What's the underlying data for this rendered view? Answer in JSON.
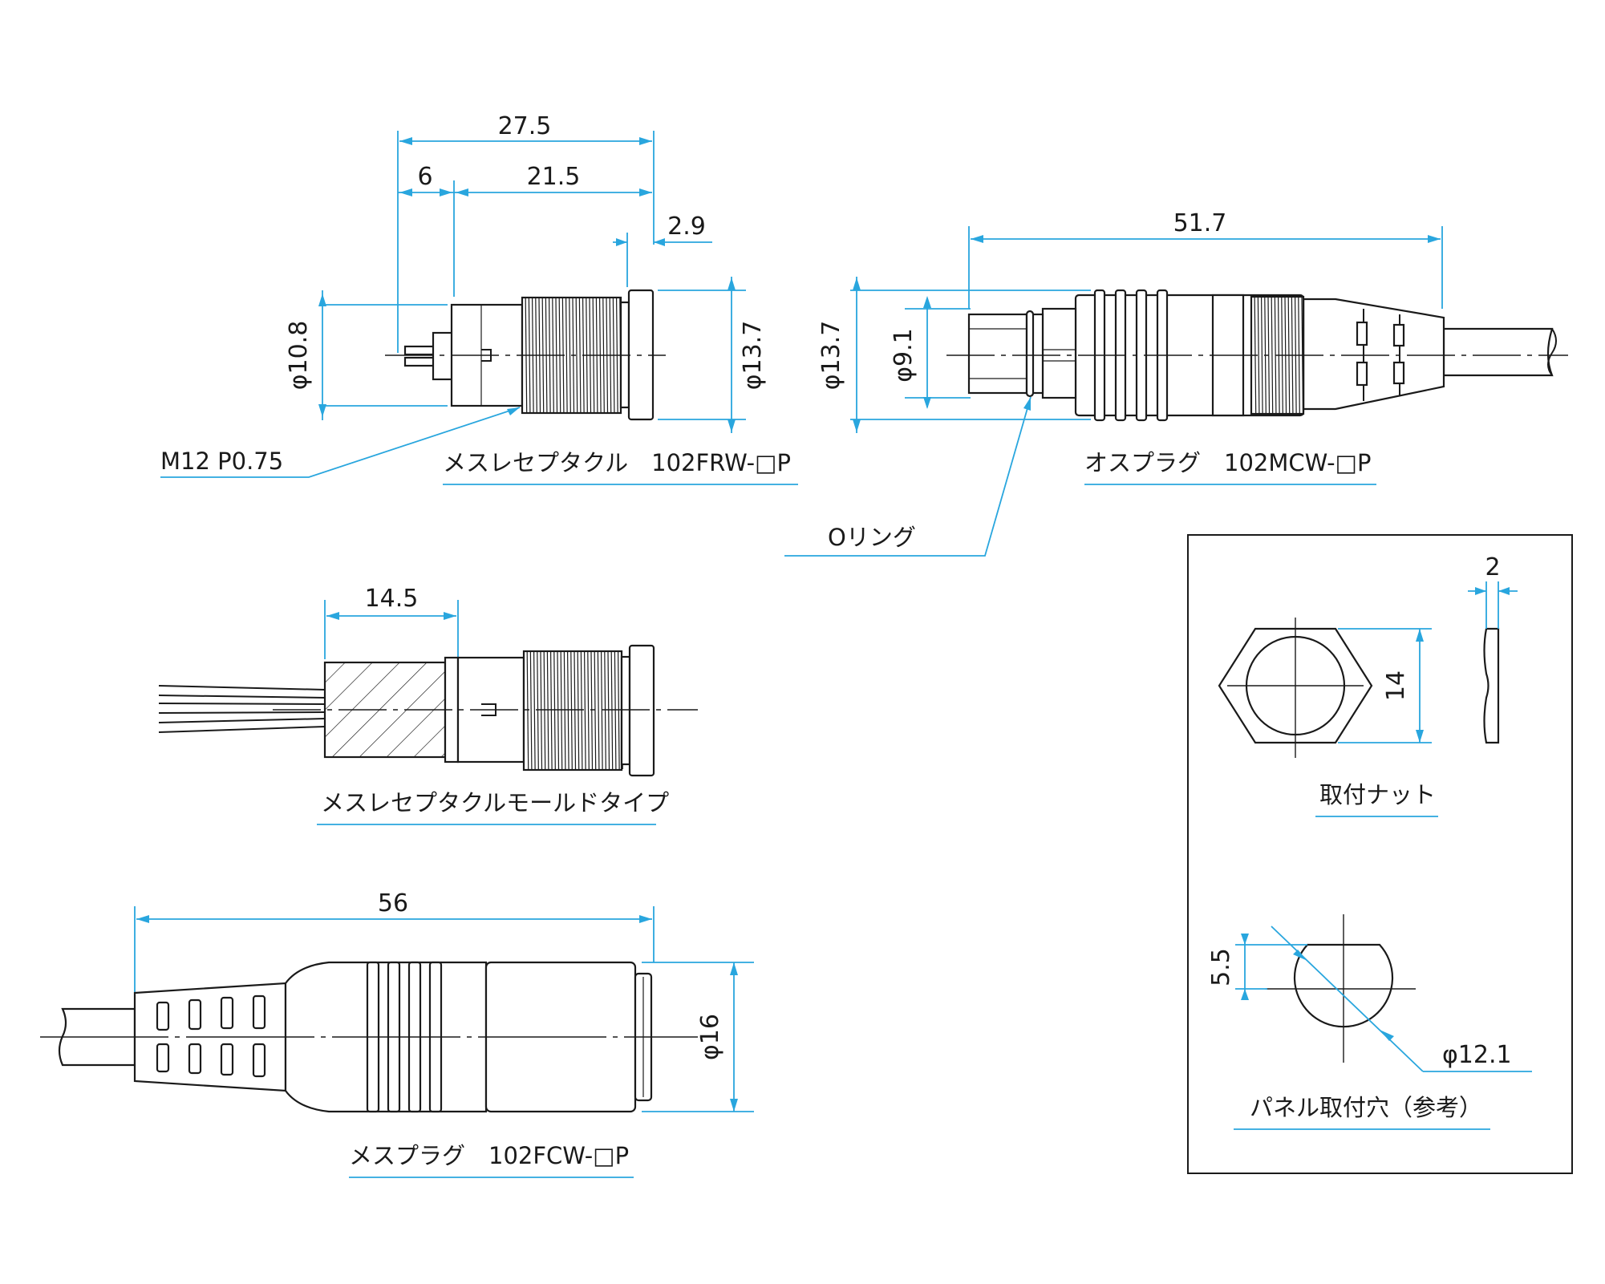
{
  "accent_color": "#29a6de",
  "line_color": "#1a1a1a",
  "receptacle": {
    "caption": "メスレセプタクル　102FRW-□P",
    "dim_total": "27.5",
    "dim_pin": "6",
    "dim_body": "21.5",
    "dim_flange": "2.9",
    "dia_body": "φ10.8",
    "dia_flange": "φ13.7",
    "thread_note": "M12 P0.75"
  },
  "male_plug": {
    "caption": "オスプラグ　102MCW-□P",
    "dim_length": "51.7",
    "dia_outer": "φ13.7",
    "dia_inner": "φ9.1",
    "oring_note": "Oリング"
  },
  "molded_receptacle": {
    "caption": "メスレセプタクルモールドタイプ",
    "dim_mold": "14.5"
  },
  "female_plug": {
    "caption": "メスプラグ　102FCW-□P",
    "dim_length": "56",
    "dia_outer": "φ16"
  },
  "mounting_nut": {
    "caption": "取付ナット",
    "dim_thickness": "2",
    "dim_across_flats": "14"
  },
  "panel_cutout": {
    "caption": "パネル取付穴（参考）",
    "dim_flat": "5.5",
    "dia_hole": "φ12.1"
  }
}
